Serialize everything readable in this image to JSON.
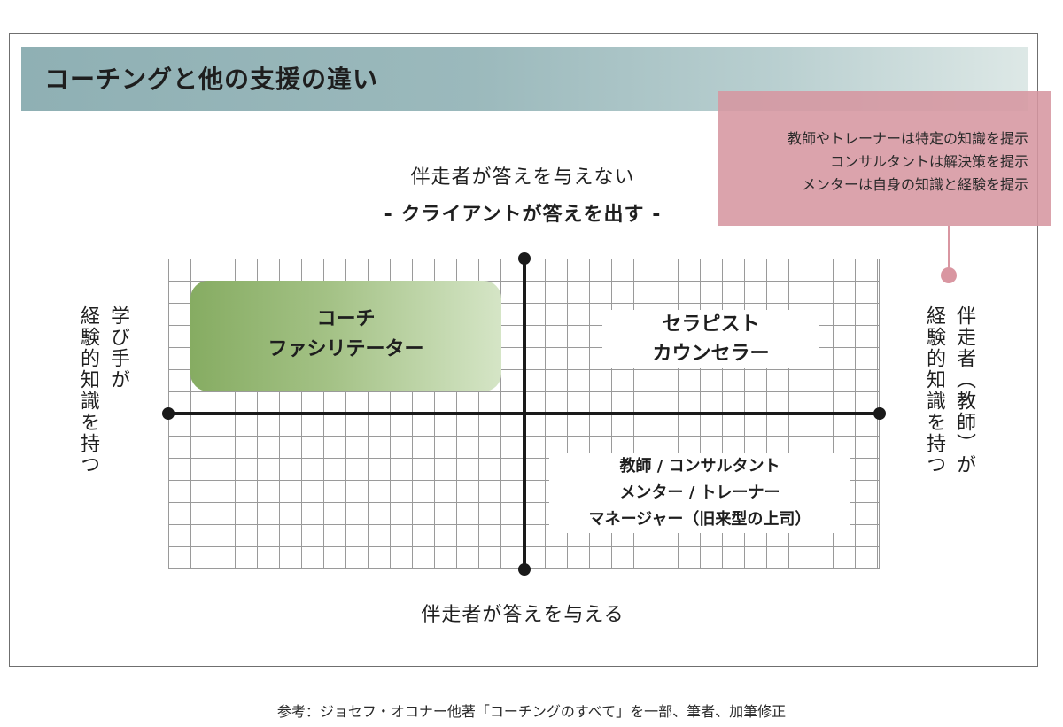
{
  "title": "コーチングと他の支援の違い",
  "callout": {
    "lines": [
      "教師やトレーナーは特定の知識を提示",
      "コンサルタントは解決策を提示",
      "メンターは自身の知識と経験を提示"
    ],
    "color": "#d996a1"
  },
  "axes": {
    "top_line1": "伴走者が答えを与えない",
    "top_line2": "- クライアントが答えを出す -",
    "bottom": "伴走者が答えを与える",
    "left_lines": [
      "学び手が",
      "経験的知識を持つ"
    ],
    "right_lines": [
      "伴走者（教師）が",
      "経験的知識を持つ"
    ]
  },
  "quadrants": {
    "top_left": {
      "lines": [
        "コーチ",
        "ファシリテーター"
      ],
      "color": "#86ac62"
    },
    "top_right": {
      "lines": [
        "セラピスト",
        "カウンセラー"
      ]
    },
    "bottom_right": {
      "lines": [
        "教師 / コンサルタント",
        "メンター / トレーナー",
        "マネージャー（旧来型の上司）"
      ]
    }
  },
  "footer": "参考：ジョセフ・オコナー他著「コーチングのすべて」を一部、筆者、加筆修正",
  "colors": {
    "title_band": "#8fb0b4",
    "axis": "#1a1a1a",
    "grid": "#9a9a9a"
  }
}
